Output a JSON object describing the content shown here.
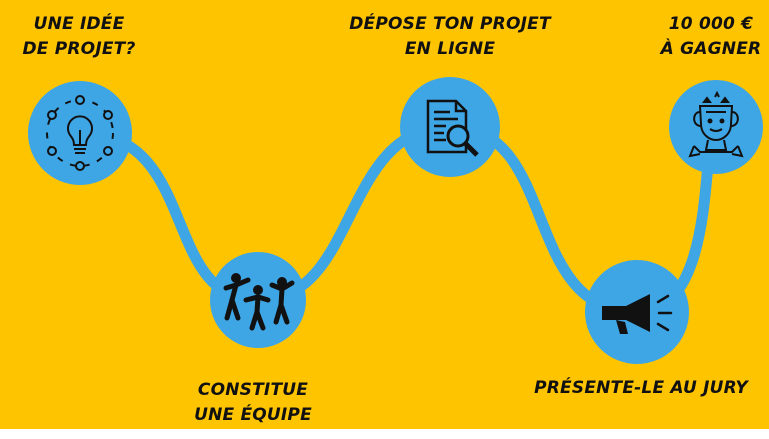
{
  "colors": {
    "background": "#ffc400",
    "path": "#3fa6e6",
    "circle": "#3fa6e6",
    "icon": "#111111"
  },
  "steps": [
    {
      "lines": [
        "UNE IDÉE",
        "DE PROJET?"
      ],
      "icon": "lightbulb-network-icon"
    },
    {
      "lines": [
        "CONSTITUE",
        "UNE ÉQUIPE"
      ],
      "icon": "team-people-icon"
    },
    {
      "lines": [
        "DÉPOSE TON PROJET",
        "EN LIGNE"
      ],
      "icon": "document-search-icon"
    },
    {
      "lines": [
        "PRÉSENTE-LE AU JURY"
      ],
      "icon": "megaphone-icon"
    },
    {
      "lines": [
        "10 000 €",
        "À GAGNER"
      ],
      "icon": "winner-trophy-icon"
    }
  ]
}
